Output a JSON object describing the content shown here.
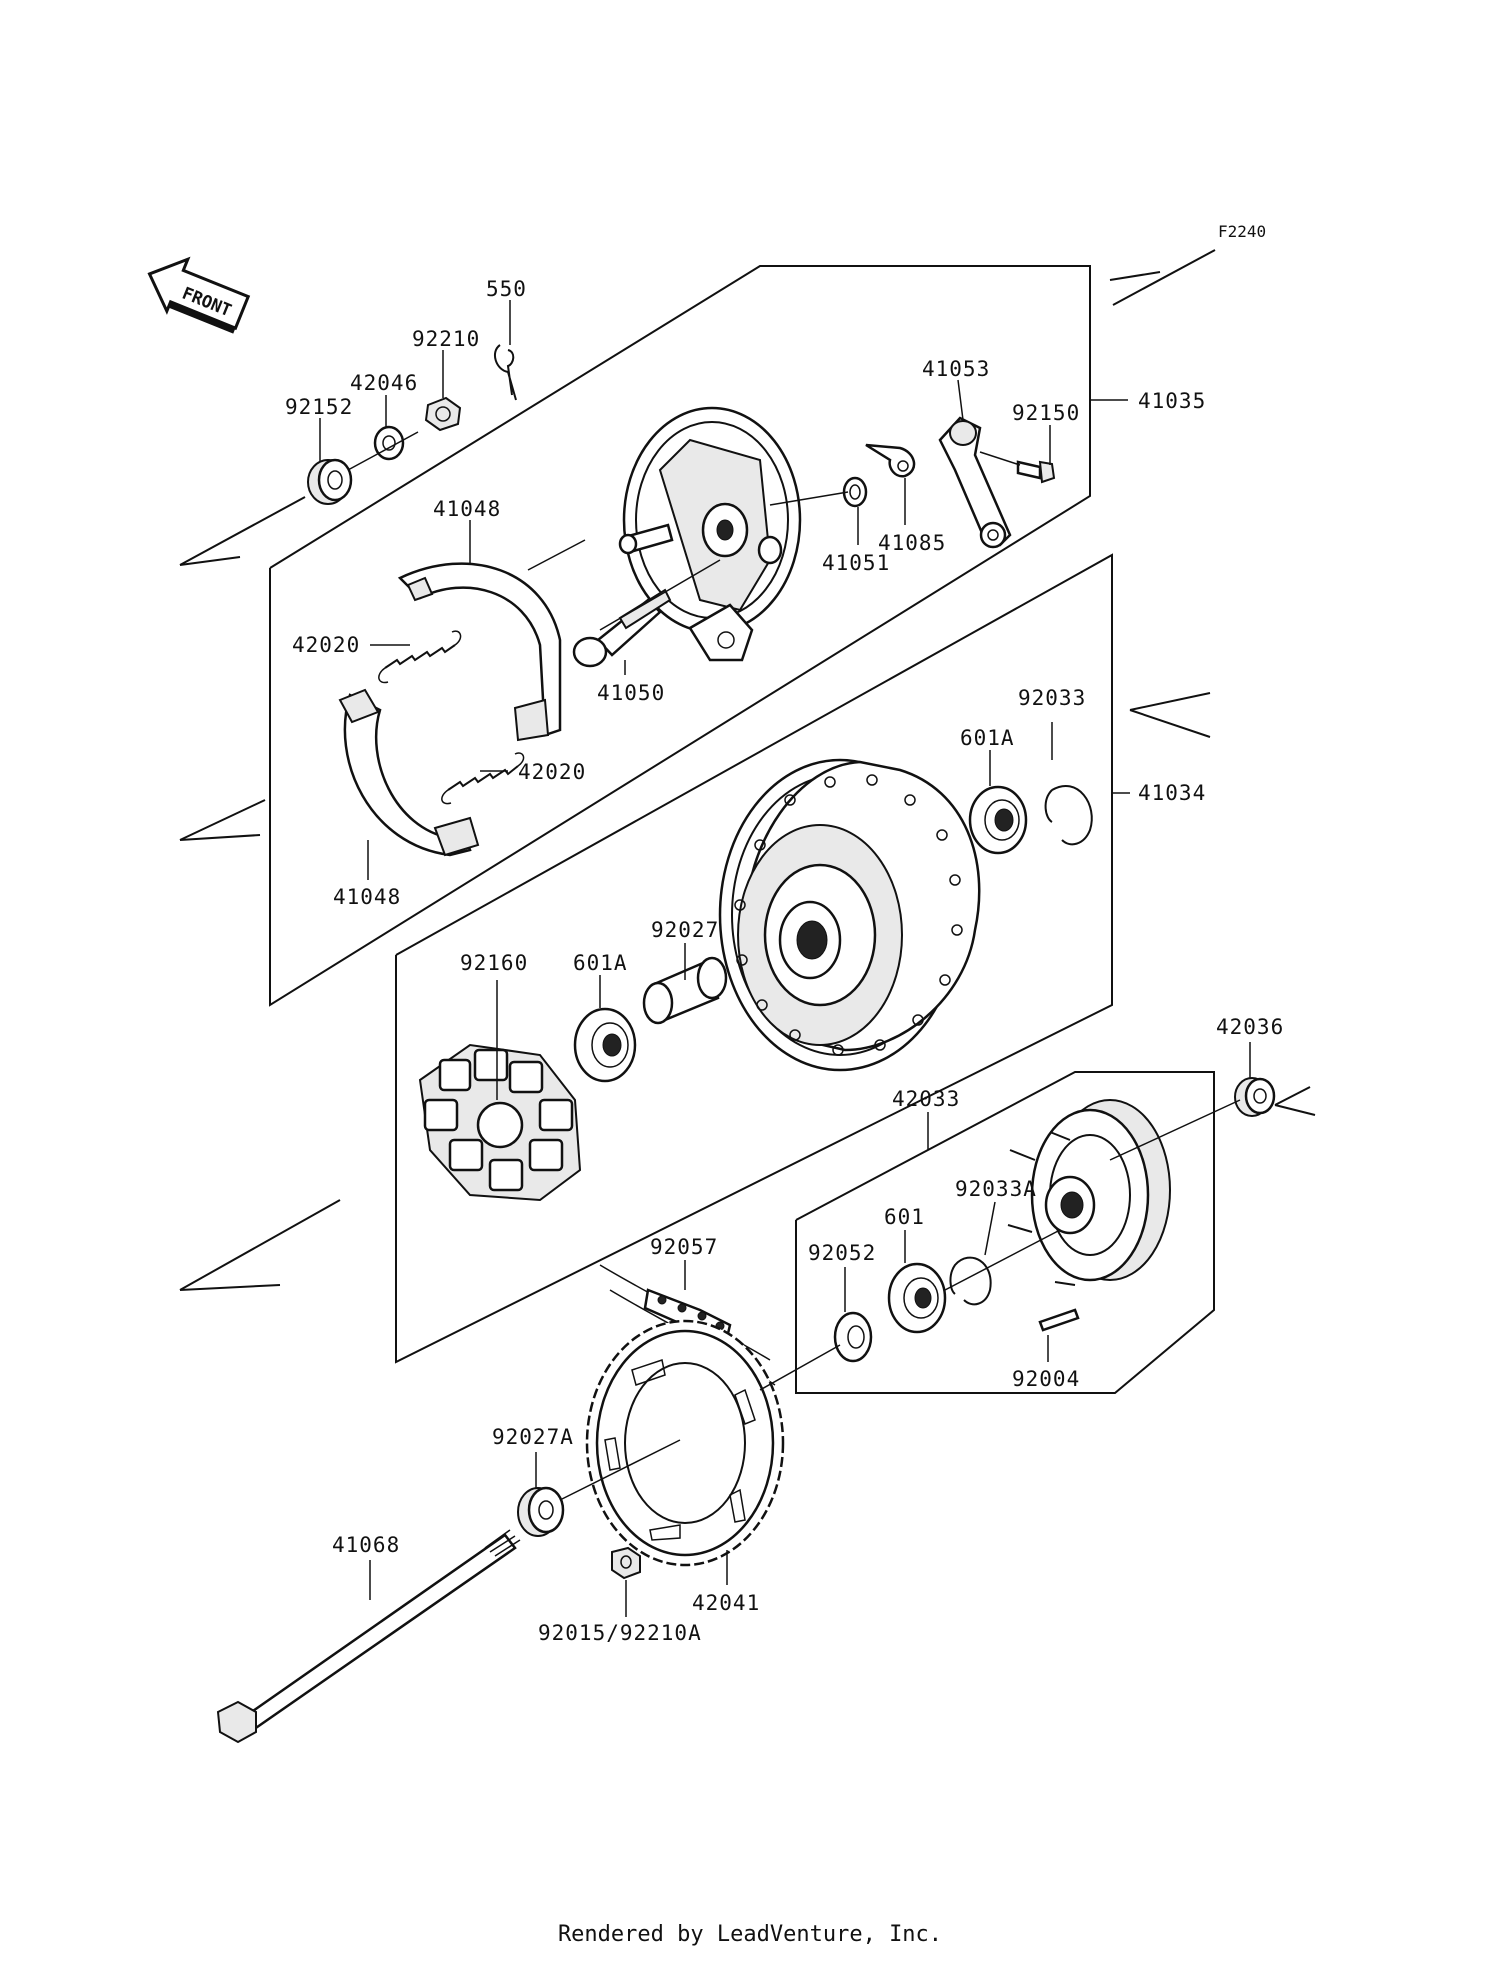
{
  "figure_code": "F2240",
  "front_label": "FRONT",
  "footer": "Rendered by LeadVenture, Inc.",
  "labels": {
    "p550": "550",
    "p92210": "92210",
    "p42046": "42046",
    "p92152": "92152",
    "p41053": "41053",
    "p92150": "92150",
    "p41035": "41035",
    "p41048a": "41048",
    "p41085": "41085",
    "p41051": "41051",
    "p42020a": "42020",
    "p41050": "41050",
    "p42020b": "42020",
    "p41048b": "41048",
    "p601a_top": "601A",
    "p92033": "92033",
    "p41034": "41034",
    "p92160": "92160",
    "p601a_left": "601A",
    "p92027": "92027",
    "p42036": "42036",
    "p42033": "42033",
    "p92033a": "92033A",
    "p601": "601",
    "p92052": "92052",
    "p92057": "92057",
    "p92004": "92004",
    "p92027a": "92027A",
    "p41068": "41068",
    "p42041": "42041",
    "p92015": "92015/92210A"
  }
}
